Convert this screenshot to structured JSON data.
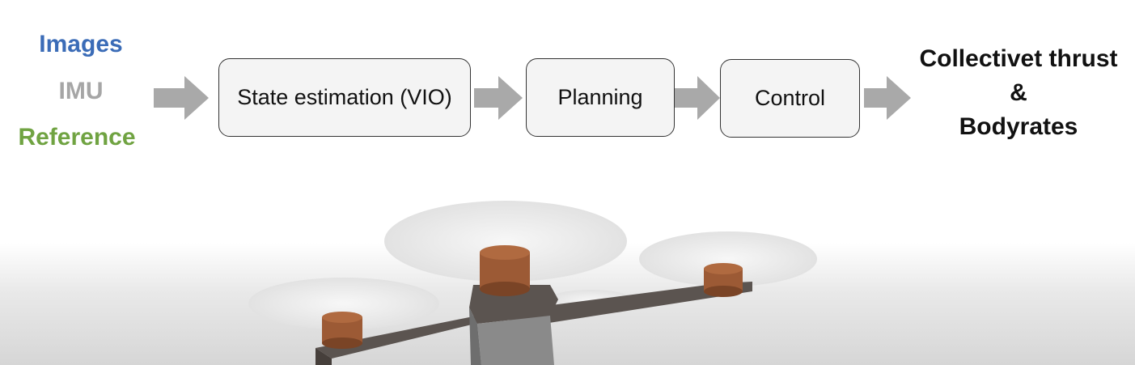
{
  "inputs": {
    "images": "Images",
    "imu": "IMU",
    "reference": "Reference",
    "colors": {
      "images": "#3b6cb7",
      "imu": "#a6a6a6",
      "reference": "#70a342"
    }
  },
  "pipeline": {
    "state_estimation": "State estimation (VIO)",
    "planning": "Planning",
    "control": "Control"
  },
  "output": {
    "line1": "Collectivet thrust",
    "line2": "&",
    "line3": "Bodyrates"
  },
  "colors": {
    "arrow": "#a9a9a9",
    "motor": "#9c5a35",
    "frame": "#5b5450",
    "propeller": "#eeeeee"
  }
}
